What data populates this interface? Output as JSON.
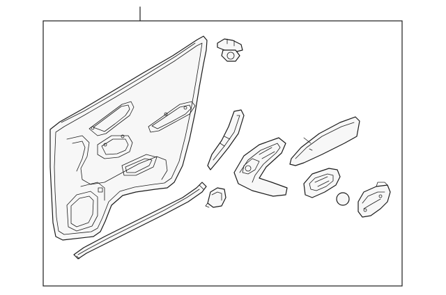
{
  "diagram": {
    "parts": [
      {
        "id": "door-trim-panel"
      },
      {
        "id": "trim-clip"
      },
      {
        "id": "mirror-garnish-trim"
      },
      {
        "id": "weatherstrip"
      },
      {
        "id": "bracket-cap"
      },
      {
        "id": "switch-bezel"
      },
      {
        "id": "armrest-pad"
      },
      {
        "id": "inner-handle-bezel"
      },
      {
        "id": "round-plug"
      },
      {
        "id": "inner-handle-assembly"
      }
    ]
  }
}
